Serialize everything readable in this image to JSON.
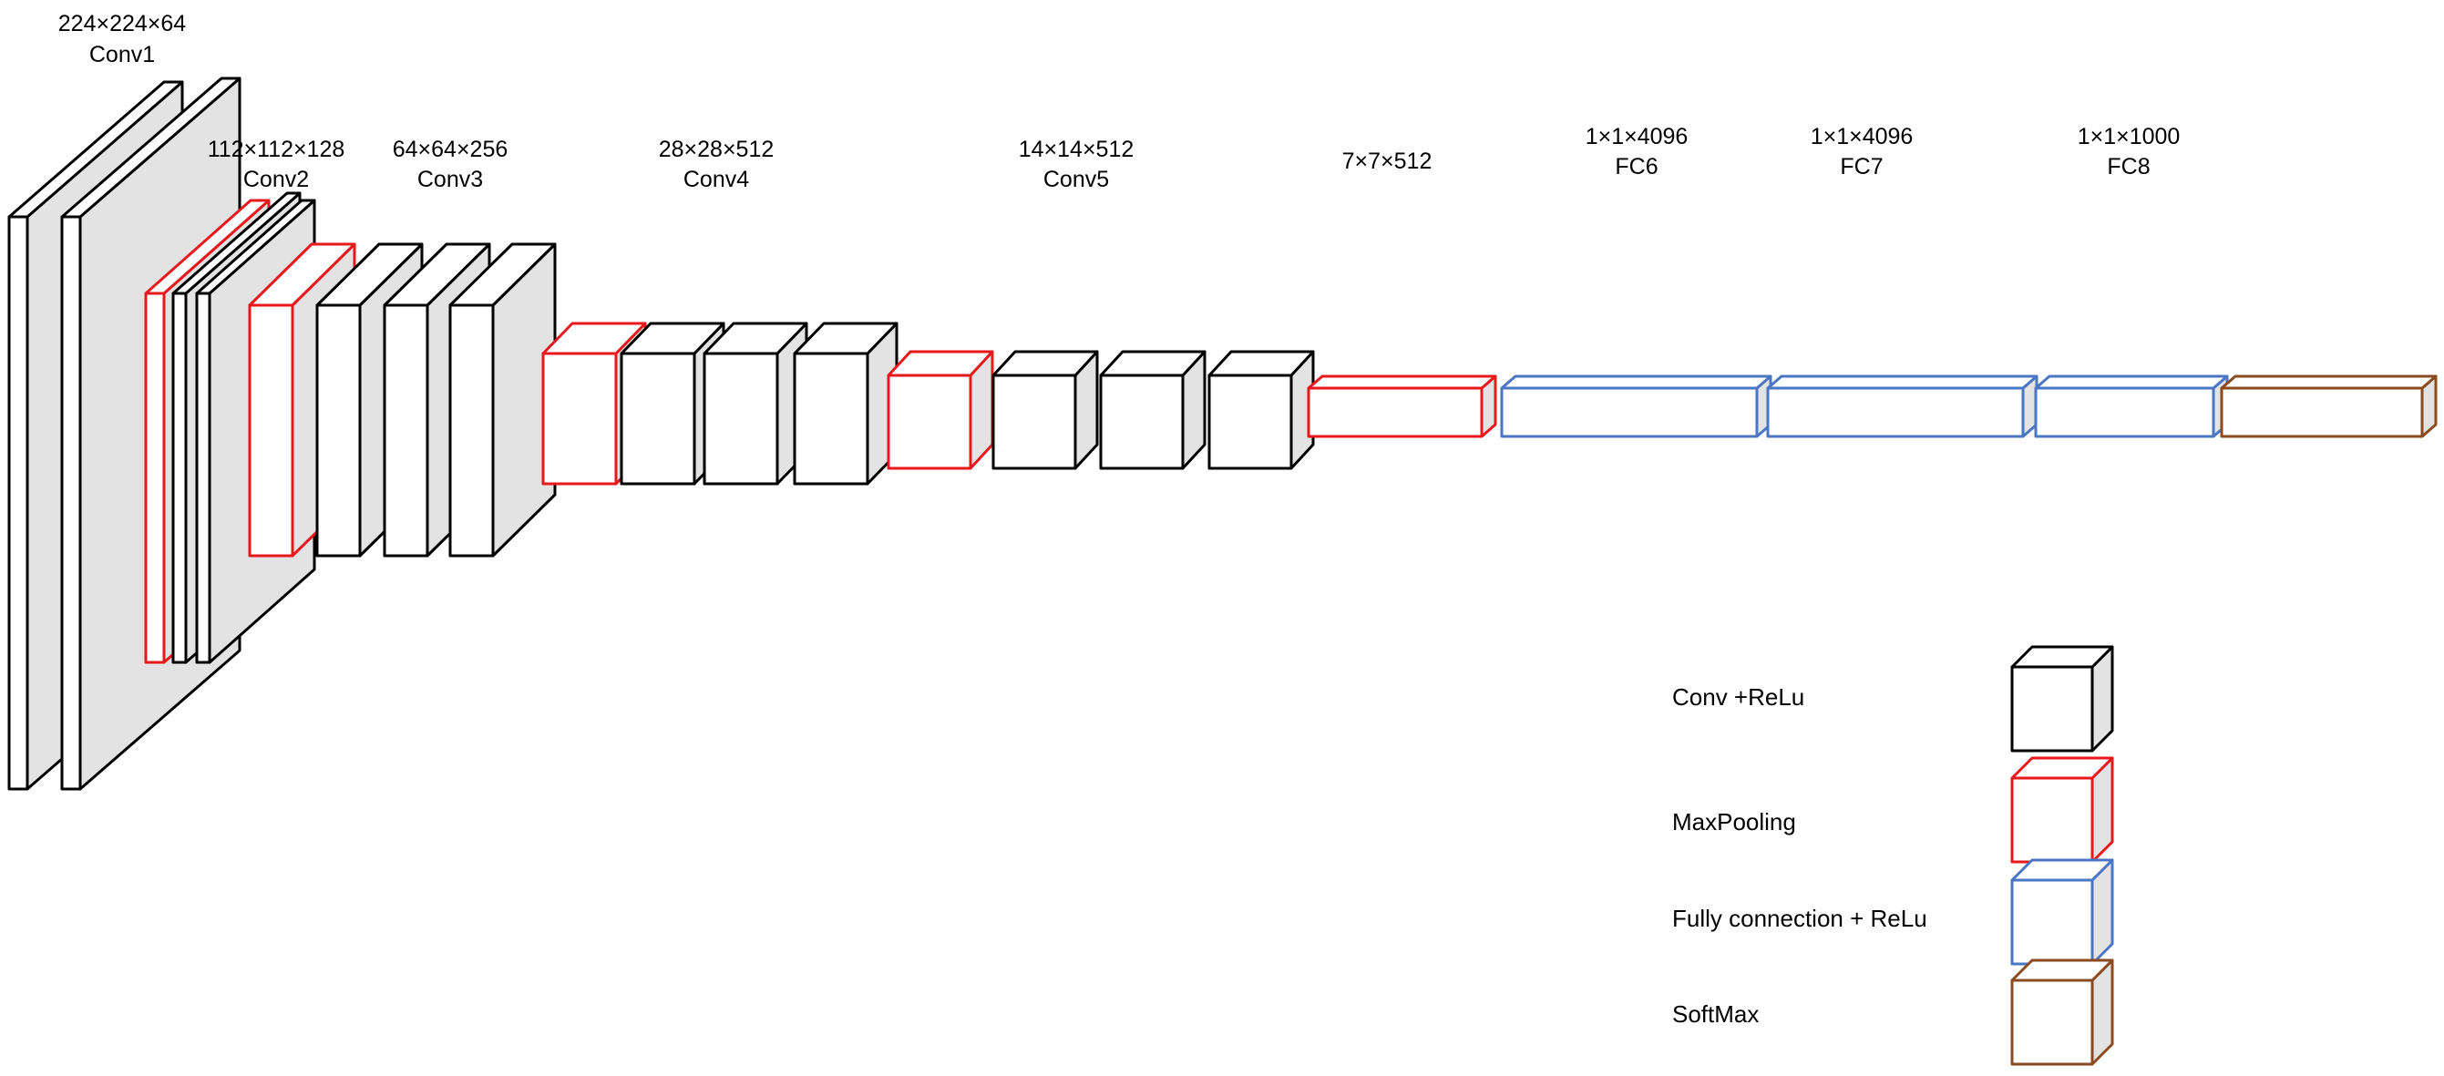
{
  "colors": {
    "conv": "#000000",
    "pool": "#e8191d",
    "fc": "#4a76c4",
    "softmax": "#8b4a1f",
    "side_fill": "#e3e3e3",
    "front_fill": "#ffffff"
  },
  "labels": [
    {
      "dims": "224×224×64",
      "name": "Conv1"
    },
    {
      "dims": "112×112×128",
      "name": "Conv2"
    },
    {
      "dims": "64×64×256",
      "name": "Conv3"
    },
    {
      "dims": "28×28×512",
      "name": "Conv4"
    },
    {
      "dims": "14×14×512",
      "name": "Conv5"
    },
    {
      "dims": "7×7×512",
      "name": ""
    },
    {
      "dims": "1×1×4096",
      "name": "FC6"
    },
    {
      "dims": "1×1×4096",
      "name": "FC7"
    },
    {
      "dims": "1×1×1000",
      "name": "FC8"
    }
  ],
  "legend": [
    {
      "kind": "conv",
      "label": "Conv +ReLu"
    },
    {
      "kind": "pool",
      "label": "MaxPooling"
    },
    {
      "kind": "fc",
      "label": "Fully connection + ReLu"
    },
    {
      "kind": "softmax",
      "label": "SoftMax"
    }
  ]
}
